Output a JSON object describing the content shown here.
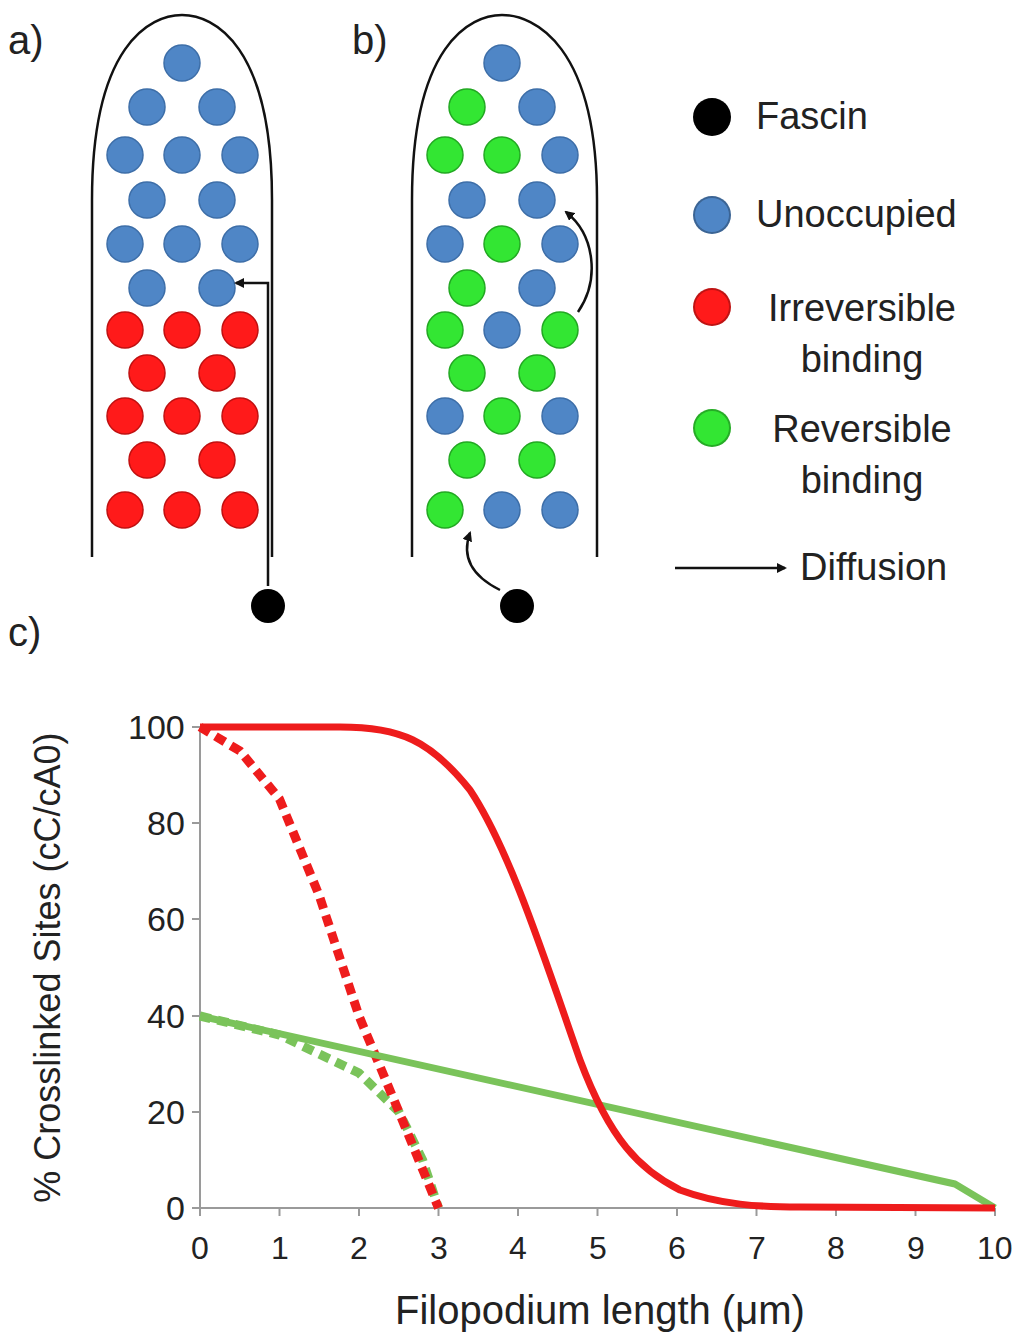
{
  "diagram": {
    "labels": [
      "a)",
      "b)",
      "c)",
      "100",
      "80",
      "60",
      "40",
      "20",
      "0",
      "0",
      "1",
      "2",
      "3",
      "4",
      "5",
      "6",
      "7",
      "8",
      "9",
      "10",
      "% Crosslinked Sites (cC/cA0)",
      "Filopodium length (μm)"
    ],
    "legend": [
      {
        "text": "Fascin",
        "color": "#000000"
      },
      {
        "text": "Unoccupied",
        "color": "#4f86c6"
      },
      {
        "text": "Irreversible binding",
        "color": "#ff1a1a"
      },
      {
        "text": "Reversible binding",
        "color": "#33e633"
      },
      {
        "text": "Diffusion"
      }
    ]
  }
}
